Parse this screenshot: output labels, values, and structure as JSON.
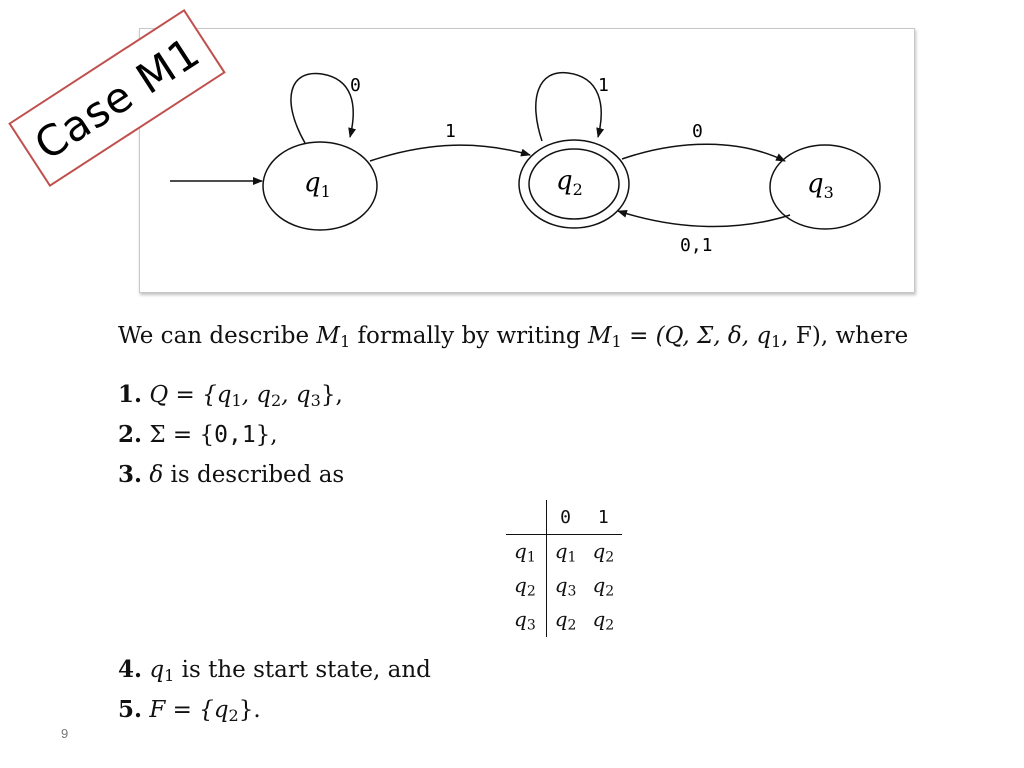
{
  "stamp": {
    "text": "Case M1"
  },
  "diagram": {
    "states": [
      {
        "base": "q",
        "sub": "1"
      },
      {
        "base": "q",
        "sub": "2"
      },
      {
        "base": "q",
        "sub": "3"
      }
    ],
    "labels": {
      "loop_q1": "0",
      "loop_q2": "1",
      "q1_q2": "1",
      "q2_q3": "0",
      "q3_q2": "0,1"
    }
  },
  "text": {
    "intro_pre": "We can describe ",
    "intro_m": "M",
    "intro_m_sub": "1",
    "intro_mid": " formally by writing ",
    "intro_eq": " = (Q, Σ, δ, q",
    "intro_eq_sub": "1",
    "intro_post": ", F), where",
    "item1_num": "1.",
    "item1_text": "Q = {q",
    "item2_num": "2.",
    "item2_text": "Σ = {",
    "item2_vals": "0,1",
    "item2_end": "},",
    "item3_num": "3.",
    "item3_delta": "δ",
    "item3_text": " is described as",
    "item4_num": "4.",
    "item4_text": " is the start state, and",
    "item5_num": "5.",
    "item5_text": "F = {q"
  },
  "table": {
    "columns": [
      "0",
      "1"
    ],
    "rows": [
      {
        "state": "1",
        "cells": [
          "1",
          "2"
        ]
      },
      {
        "state": "2",
        "cells": [
          "3",
          "2"
        ]
      },
      {
        "state": "3",
        "cells": [
          "2",
          "2"
        ]
      }
    ]
  },
  "page_number": "9"
}
